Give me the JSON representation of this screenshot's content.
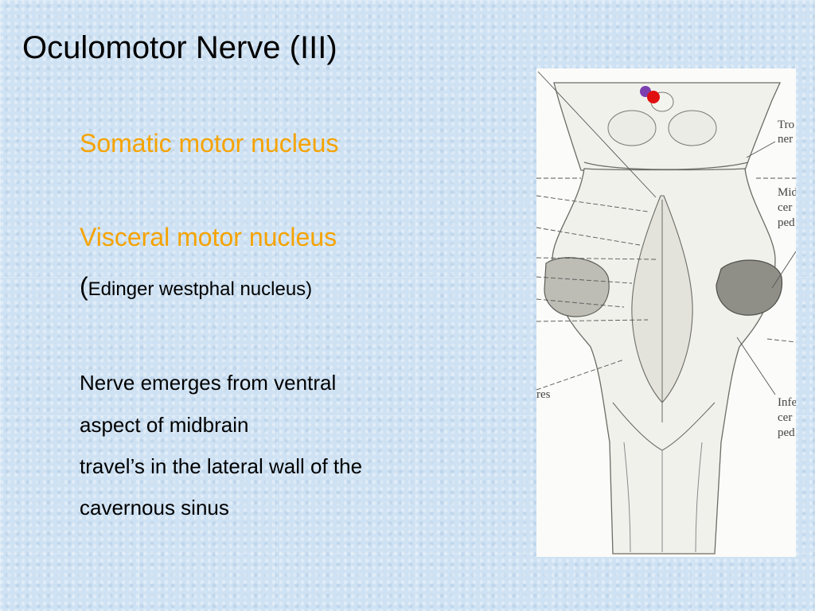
{
  "slide": {
    "title": "Oculomotor Nerve (III)",
    "somatic": "Somatic motor nucleus",
    "visceral": "Visceral motor nucleus",
    "paren_open": "(",
    "edinger": "Edinger westphal nucleus",
    "paren_close": ")",
    "body_lines": [
      "Nerve emerges from ventral",
      "aspect of midbrain",
      "travel’s in the lateral wall of the",
      "cavernous sinus"
    ]
  },
  "figure": {
    "labels": {
      "troch_1": "Tro",
      "troch_2": "ner",
      "mid_1": "Mid",
      "mid_2": "cer",
      "mid_3": "ped",
      "inf_1": "Infe",
      "inf_2": "cer",
      "inf_3": "ped",
      "left_res": "res"
    },
    "dot_colors": {
      "purple": "#7b3fb0",
      "red": "#e01010"
    },
    "colors": {
      "title_orange": "#f5a300"
    }
  }
}
